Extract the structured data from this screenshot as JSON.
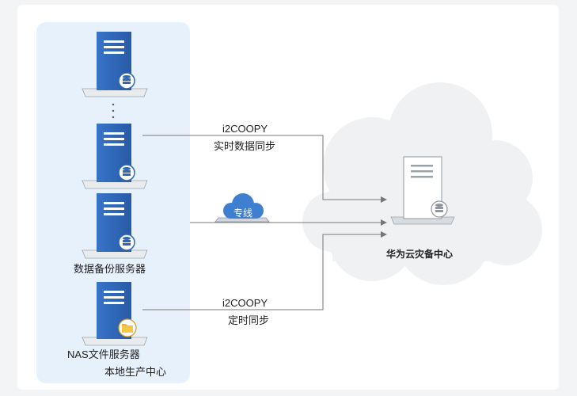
{
  "diagram": {
    "local_center": {
      "label": "本地生产中心",
      "backup_server_label": "数据备份服务器",
      "nas_server_label": "NAS文件服务器",
      "ellipsis": "·  ·  ·"
    },
    "links": [
      {
        "top_label": "i2COOPY",
        "bottom_label": "实时数据同步"
      },
      {
        "cloud_label": "专线"
      },
      {
        "top_label": "i2COOPY",
        "bottom_label": "定时同步"
      }
    ],
    "remote_center": {
      "label": "华为云灾备中心"
    }
  },
  "colors": {
    "server_blue": "#2f67b8",
    "panel_bg": "#e7f1fb",
    "cloud_bg": "#f0f1f3",
    "line": "#777777",
    "folder": "#f5b731"
  }
}
